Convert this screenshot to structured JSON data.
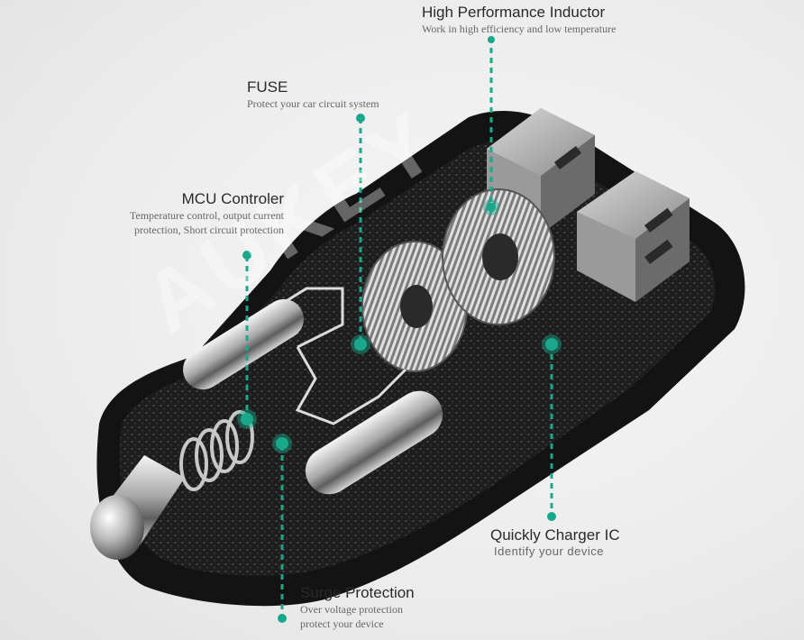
{
  "callouts": {
    "inductor": {
      "title": "High Performance Inductor",
      "desc": "Work in high efficiency and low temperature"
    },
    "fuse": {
      "title": "FUSE",
      "desc": "Protect your car circuit system"
    },
    "mcu": {
      "title": "MCU Controler",
      "desc_line1": "Temperature control, output current",
      "desc_line2": "protection, Short circuit protection"
    },
    "charger": {
      "title": "Quickly Charger IC",
      "desc": "Identify your device"
    },
    "surge": {
      "title": "Surge Protection",
      "desc_line1": "Over voltage protection",
      "desc_line2": "protect your device"
    }
  },
  "watermark": "AUKEY",
  "colors": {
    "accent": "#1aa88c",
    "shell": "#141414",
    "background": "#ececec"
  }
}
